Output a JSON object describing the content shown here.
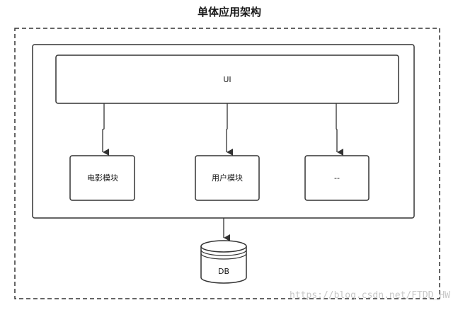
{
  "diagram": {
    "title": "单体应用架构",
    "ui_label": "UI",
    "modules": [
      {
        "label": "电影模块"
      },
      {
        "label": "用户模块"
      },
      {
        "label": "--"
      }
    ],
    "db_label": "DB"
  },
  "watermark": {
    "text": "https://blog.csdn.net/FTDD_HW"
  },
  "colors": {
    "stroke": "#333333",
    "dashed_border": "#333333",
    "watermark": "#c8c8c8"
  }
}
